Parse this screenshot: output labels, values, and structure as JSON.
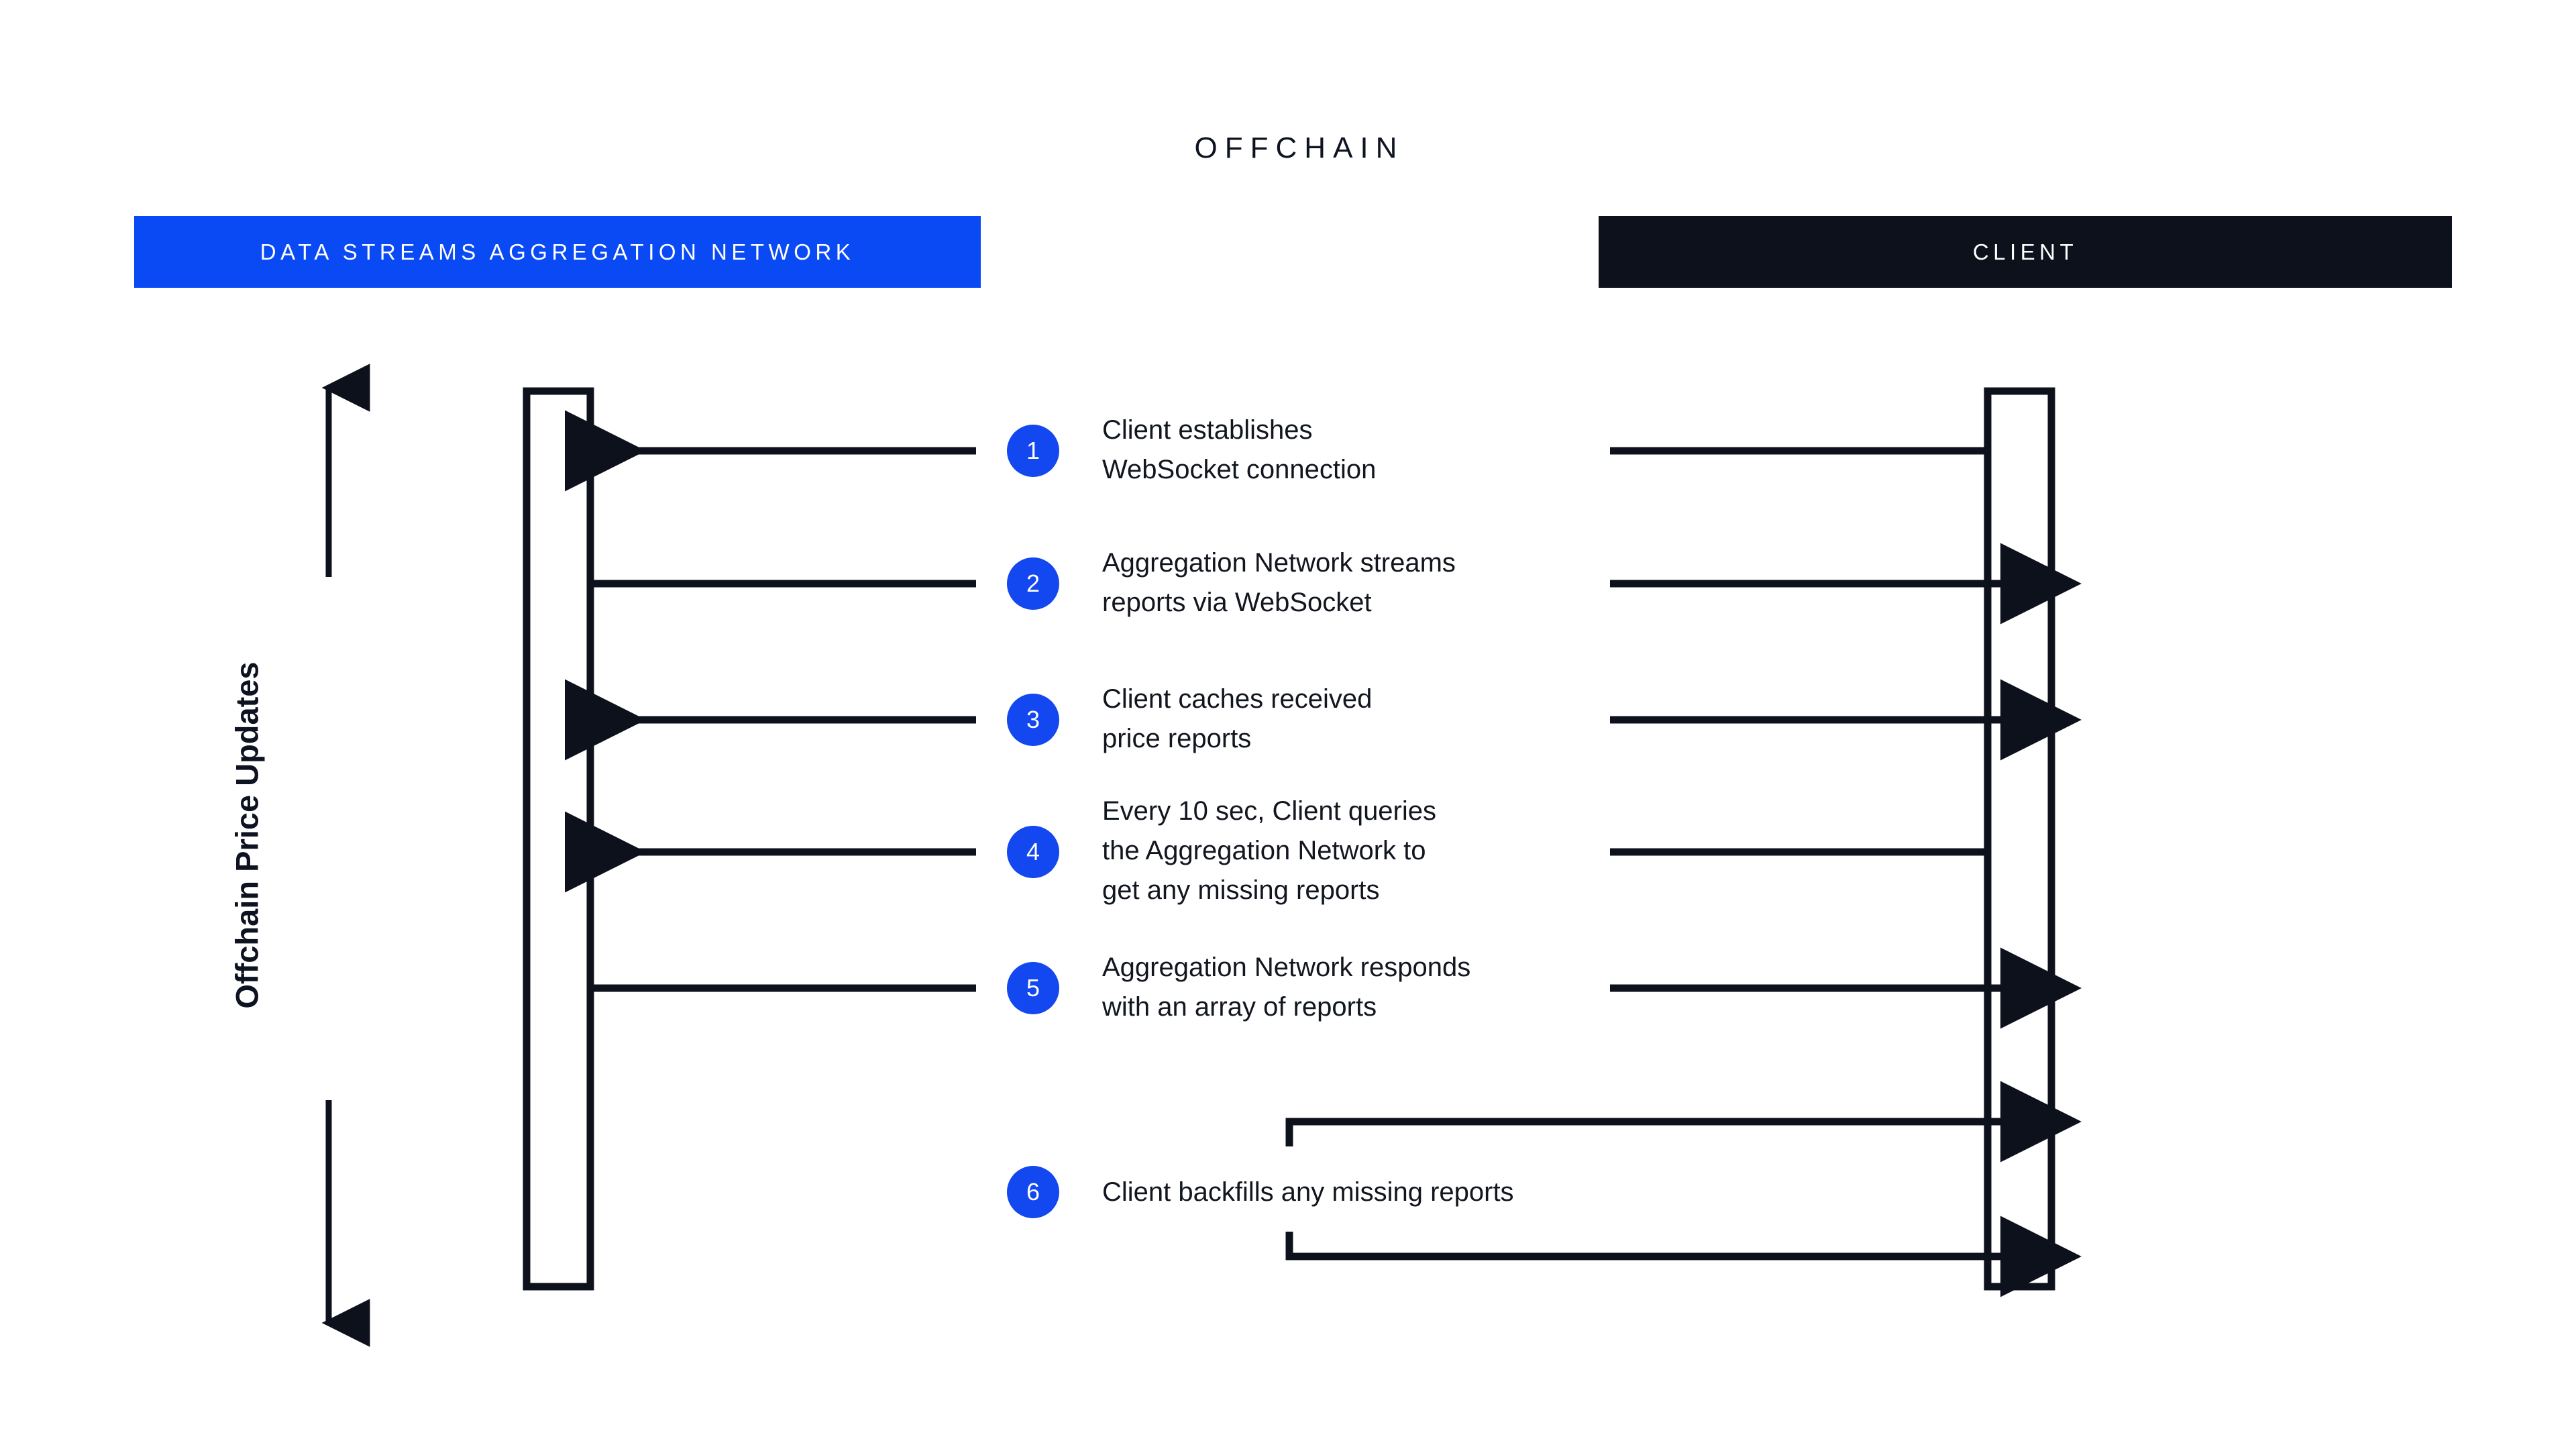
{
  "diagram": {
    "section_title": "OFFCHAIN",
    "axis_label": "Offchain Price Updates",
    "colors": {
      "accent_blue": "#0a4af5",
      "badge_blue": "#1347f0",
      "dark": "#0d111c",
      "text": "#12161f",
      "background": "#ffffff"
    },
    "actors": [
      {
        "id": "network",
        "label": "DATA STREAMS AGGREGATION NETWORK",
        "band_color": "#0a4af5"
      },
      {
        "id": "client",
        "label": "CLIENT",
        "band_color": "#0d111c"
      }
    ],
    "steps": [
      {
        "number": "1",
        "text": "Client establishes\nWebSocket connection",
        "direction": "client-to-network"
      },
      {
        "number": "2",
        "text": "Aggregation Network streams\nreports via WebSocket",
        "direction": "network-to-client"
      },
      {
        "number": "3",
        "text": "Client caches received\nprice reports",
        "direction": "network-to-client"
      },
      {
        "number": "4",
        "text": "Every 10 sec, Client queries\nthe Aggregation Network to\nget any missing reports",
        "direction": "client-to-network"
      },
      {
        "number": "5",
        "text": "Aggregation Network responds\nwith an array of reports",
        "direction": "network-to-client"
      },
      {
        "number": "6",
        "text": "Client backfills any missing reports",
        "direction": "client-self-loop"
      }
    ]
  }
}
